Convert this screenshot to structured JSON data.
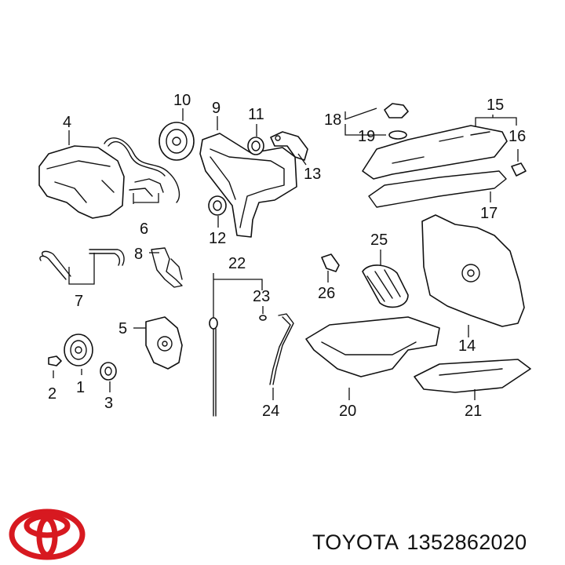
{
  "diagram": {
    "callouts": [
      "1",
      "2",
      "3",
      "4",
      "5",
      "6",
      "7",
      "8",
      "9",
      "10",
      "11",
      "12",
      "13",
      "14",
      "15",
      "16",
      "17",
      "18",
      "19",
      "20",
      "21",
      "22",
      "23",
      "24",
      "25",
      "26"
    ]
  },
  "footer": {
    "brand": "TOYOTA",
    "part_number": "1352862020",
    "logo_icon": "toyota-logo-icon",
    "logo_color": "#d71920"
  }
}
